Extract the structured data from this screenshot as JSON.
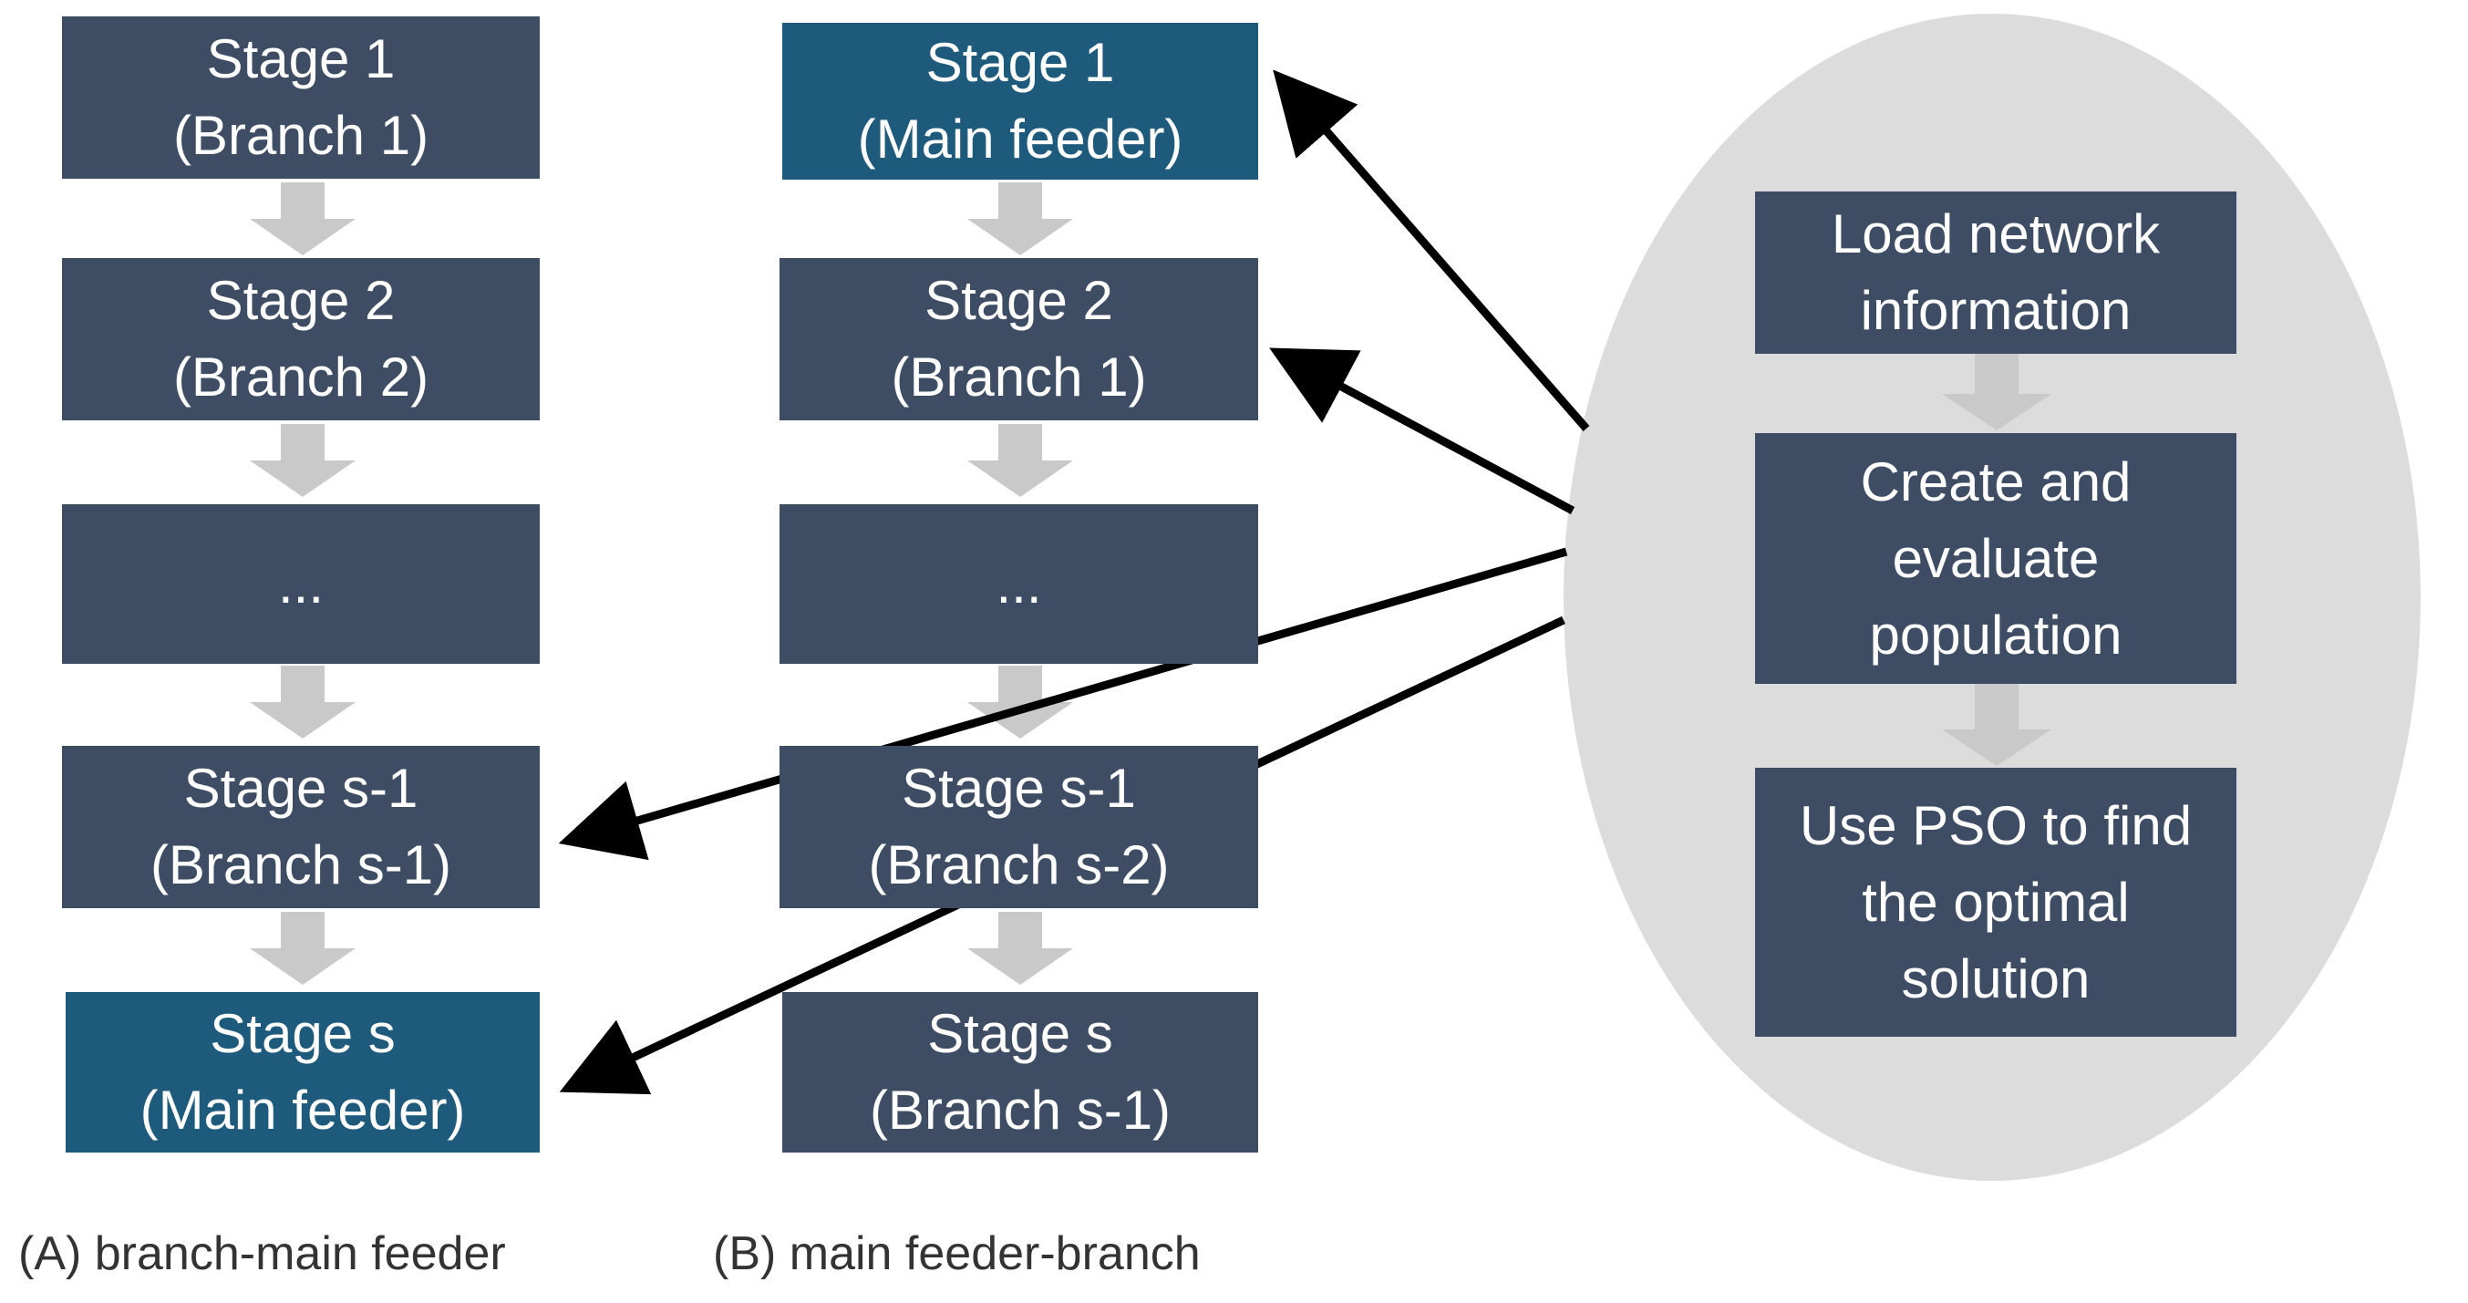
{
  "colors": {
    "stage_box": "#3e4d63",
    "main_feeder_box": "#1e5a7c",
    "flow_arrow": "#c9c9c9",
    "ellipse": "#dcdcdc",
    "pointer_arrow": "#000000"
  },
  "column_a": {
    "caption": "(A) branch-main feeder",
    "stages": [
      {
        "line1": "Stage 1",
        "line2": "(Branch 1)",
        "highlight": false
      },
      {
        "line1": "Stage 2",
        "line2": "(Branch 2)",
        "highlight": false
      },
      {
        "line1": "...",
        "line2": "",
        "highlight": false
      },
      {
        "line1": "Stage s-1",
        "line2": "(Branch s-1)",
        "highlight": false
      },
      {
        "line1": "Stage s",
        "line2": "(Main feeder)",
        "highlight": true
      }
    ]
  },
  "column_b": {
    "caption": "(B) main feeder-branch",
    "stages": [
      {
        "line1": "Stage 1",
        "line2": "(Main feeder)",
        "highlight": true
      },
      {
        "line1": "Stage 2",
        "line2": "(Branch 1)",
        "highlight": false
      },
      {
        "line1": "...",
        "line2": "",
        "highlight": false
      },
      {
        "line1": "Stage s-1",
        "line2": "(Branch s-2)",
        "highlight": false
      },
      {
        "line1": "Stage s",
        "line2": "(Branch s-1)",
        "highlight": false
      }
    ]
  },
  "process": {
    "steps": [
      {
        "lines": [
          "Load network",
          "information"
        ]
      },
      {
        "lines": [
          "Create and",
          "evaluate",
          "population"
        ]
      },
      {
        "lines": [
          "Use PSO to find",
          "the optimal",
          "solution"
        ]
      }
    ]
  }
}
